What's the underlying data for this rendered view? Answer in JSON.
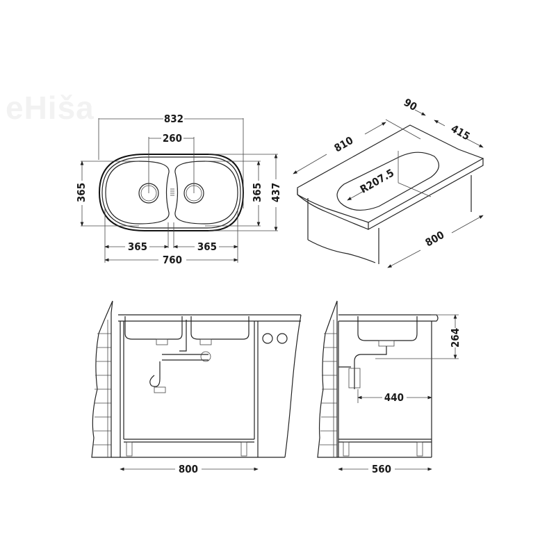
{
  "watermark": "eHiša",
  "top_view": {
    "overall_width": "832",
    "drain_spacing": "260",
    "left_height": "365",
    "right_bowl_height": "365",
    "overall_depth": "437",
    "left_bowl_width": "365",
    "right_bowl_width": "365",
    "bowls_total_width": "760"
  },
  "isometric_view": {
    "rim": "90",
    "depth": "415",
    "length": "810",
    "radius": "R207.5",
    "cabinet_width": "800"
  },
  "front_view": {
    "cabinet_width": "800"
  },
  "side_view": {
    "bowl_depth": "264",
    "drain_offset": "440",
    "cabinet_depth": "560"
  }
}
